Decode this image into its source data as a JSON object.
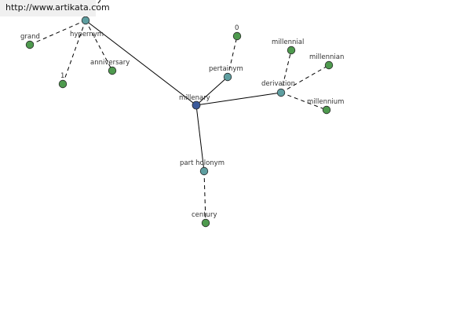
{
  "banner": {
    "url_text": "http://www.artikata.com"
  },
  "colors": {
    "center_node": "#3b5a9a",
    "relation_node": "#5e9ea0",
    "leaf_node": "#4e9a4e",
    "node_stroke": "#2a2a2a",
    "edge": "#000000",
    "banner_bg": "#f0f0f0"
  },
  "graph": {
    "center": {
      "id": "millenary",
      "label": "millenary"
    },
    "relations": [
      {
        "id": "hypernym",
        "label": "hypernym"
      },
      {
        "id": "pertainym",
        "label": "pertainym"
      },
      {
        "id": "derivation",
        "label": "derivation"
      },
      {
        "id": "part-holonym",
        "label": "part holonym"
      }
    ],
    "leaves": [
      {
        "id": "grand",
        "label": "grand",
        "relation": "hypernym"
      },
      {
        "id": "anniversary",
        "label": "anniversary",
        "relation": "hypernym"
      },
      {
        "id": "one",
        "label": "1",
        "relation": "hypernym"
      },
      {
        "id": "zero",
        "label": "0",
        "relation": "pertainym"
      },
      {
        "id": "millennial",
        "label": "millennial",
        "relation": "derivation"
      },
      {
        "id": "millennian",
        "label": "millennian",
        "relation": "derivation"
      },
      {
        "id": "millennium",
        "label": "millennium",
        "relation": "derivation"
      },
      {
        "id": "century",
        "label": "century",
        "relation": "part-holonym"
      }
    ]
  }
}
